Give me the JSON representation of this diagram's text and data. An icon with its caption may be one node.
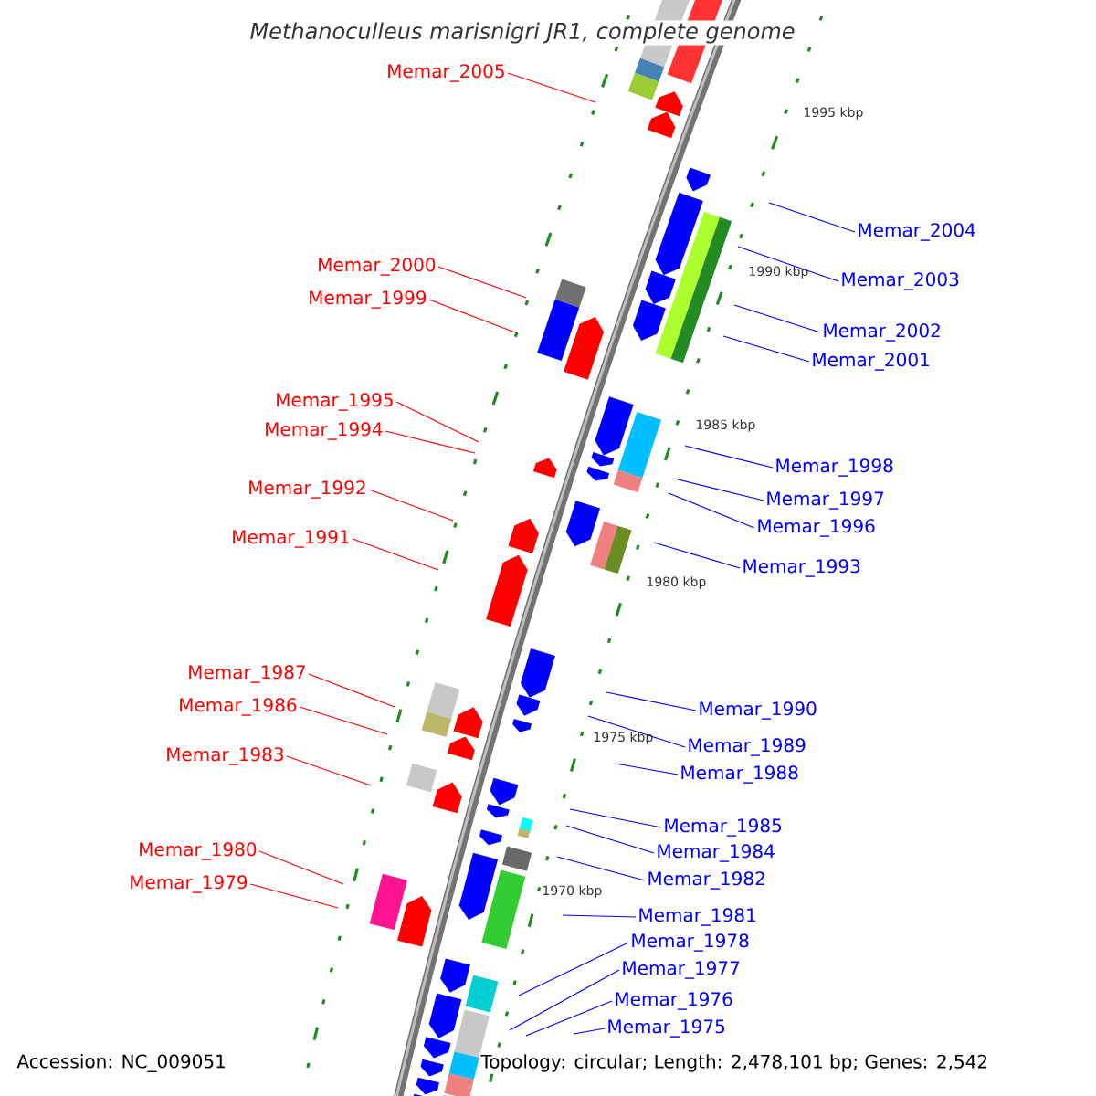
{
  "diagram": {
    "title": "Methanoculleus marisnigri JR1, complete genome",
    "nodes": [
      {
        "text": [
          "Memar_2005"
        ]
      },
      {
        "text": [
          "Memar_2004"
        ]
      },
      {
        "text": [
          "Memar_2000"
        ]
      },
      {
        "text": [
          "Memar_2003"
        ]
      },
      {
        "text": [
          "Memar_1999"
        ]
      },
      {
        "text": [
          "Memar_2002"
        ]
      },
      {
        "text": [
          "Memar_2001"
        ]
      },
      {
        "text": [
          "Memar_1995"
        ]
      },
      {
        "text": [
          "Memar_1994"
        ]
      },
      {
        "text": [
          "Memar_1998"
        ]
      },
      {
        "text": [
          "Memar_1992"
        ]
      },
      {
        "text": [
          "Memar_1997"
        ]
      },
      {
        "text": [
          "Memar_1996"
        ]
      },
      {
        "text": [
          "Memar_1991"
        ]
      },
      {
        "text": [
          "Memar_1993"
        ]
      },
      {
        "text": [
          "Memar_1987"
        ]
      },
      {
        "text": [
          "Memar_1986"
        ]
      },
      {
        "text": [
          "Memar_1990"
        ]
      },
      {
        "text": [
          "Memar_1989"
        ]
      },
      {
        "text": [
          "Memar_1983"
        ]
      },
      {
        "text": [
          "Memar_1988"
        ]
      },
      {
        "text": [
          "Memar_1985"
        ]
      },
      {
        "text": [
          "Memar_1980"
        ]
      },
      {
        "text": [
          "Memar_1984"
        ]
      },
      {
        "text": [
          "Memar_1982"
        ]
      },
      {
        "text": [
          "Memar_1979"
        ]
      },
      {
        "text": [
          "Memar_1981"
        ]
      },
      {
        "text": [
          "Memar_1978"
        ]
      },
      {
        "text": [
          "Memar_1977"
        ]
      },
      {
        "text": [
          "Memar_1976"
        ]
      },
      {
        "text": [
          "Memar_1975"
        ]
      }
    ],
    "edges": [
      {
        "from": 0,
        "to": null,
        "arrow": "none",
        "color": "#ff0000"
      },
      {
        "from": 1,
        "to": null,
        "arrow": "none"
      },
      {
        "from": 2,
        "to": null,
        "arrow": "none",
        "color": "#ff0000"
      },
      {
        "from": 3,
        "to": null,
        "arrow": "none"
      },
      {
        "from": 4,
        "to": null,
        "arrow": "none",
        "color": "#ff0000"
      },
      {
        "from": 5,
        "to": null,
        "arrow": "none"
      },
      {
        "from": 6,
        "to": null,
        "arrow": "none"
      },
      {
        "from": 7,
        "to": null,
        "arrow": "none",
        "color": "#ff0000"
      },
      {
        "from": 8,
        "to": null,
        "arrow": "none",
        "color": "#ff0000"
      },
      {
        "from": 9,
        "to": null,
        "arrow": "none"
      },
      {
        "from": 10,
        "to": null,
        "arrow": "none",
        "color": "#ff0000"
      },
      {
        "from": 11,
        "to": null,
        "arrow": "none"
      },
      {
        "from": 12,
        "to": null,
        "arrow": "none"
      },
      {
        "from": 13,
        "to": null,
        "arrow": "none",
        "color": "#ff0000"
      },
      {
        "from": 14,
        "to": null,
        "arrow": "none"
      },
      {
        "from": 15,
        "to": null,
        "arrow": "none",
        "color": "#ff0000"
      },
      {
        "from": 16,
        "to": null,
        "arrow": "none",
        "color": "#ff0000"
      },
      {
        "from": 17,
        "to": null,
        "arrow": "none"
      },
      {
        "from": 18,
        "to": null,
        "arrow": "none"
      },
      {
        "from": 19,
        "to": null,
        "arrow": "none",
        "color": "#ff0000"
      },
      {
        "from": 20,
        "to": null,
        "arrow": "none"
      },
      {
        "from": 21,
        "to": null,
        "arrow": "none"
      },
      {
        "from": 22,
        "to": null,
        "arrow": "none",
        "color": "#ff0000"
      },
      {
        "from": 23,
        "to": null,
        "arrow": "none"
      },
      {
        "from": 24,
        "to": null,
        "arrow": "none"
      },
      {
        "from": 25,
        "to": null,
        "arrow": "none",
        "color": "#ff0000"
      },
      {
        "from": 26,
        "to": null,
        "arrow": "none"
      },
      {
        "from": 27,
        "to": null,
        "arrow": "none"
      },
      {
        "from": 28,
        "to": null,
        "arrow": "none"
      },
      {
        "from": 29,
        "to": null,
        "arrow": "none"
      },
      {
        "from": 30,
        "to": null,
        "arrow": "none"
      }
    ],
    "labels": [
      "1995 kbp",
      "1990 kbp",
      "1985 kbp",
      "1980 kbp",
      "1975 kbp",
      "1970 kbp",
      "Accession: NC_009051",
      "Topology: circular; Length: 2,478,101 bp; Genes: 2,542"
    ]
  }
}
